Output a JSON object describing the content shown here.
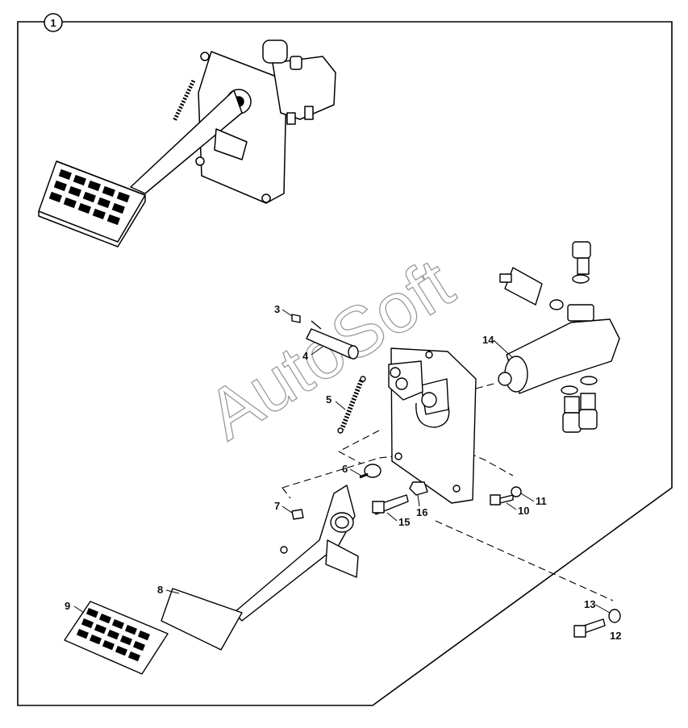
{
  "assembly_number": "1",
  "watermark": "AutoSoft",
  "callouts": [
    {
      "id": "c3",
      "label": "3"
    },
    {
      "id": "c4",
      "label": "4"
    },
    {
      "id": "c5",
      "label": "5"
    },
    {
      "id": "c6",
      "label": "6"
    },
    {
      "id": "c7",
      "label": "7"
    },
    {
      "id": "c8",
      "label": "8"
    },
    {
      "id": "c9",
      "label": "9"
    },
    {
      "id": "c10",
      "label": "10"
    },
    {
      "id": "c11",
      "label": "11"
    },
    {
      "id": "c12",
      "label": "12"
    },
    {
      "id": "c13",
      "label": "13"
    },
    {
      "id": "c14",
      "label": "14"
    },
    {
      "id": "c15",
      "label": "15"
    },
    {
      "id": "c16",
      "label": "16"
    }
  ]
}
